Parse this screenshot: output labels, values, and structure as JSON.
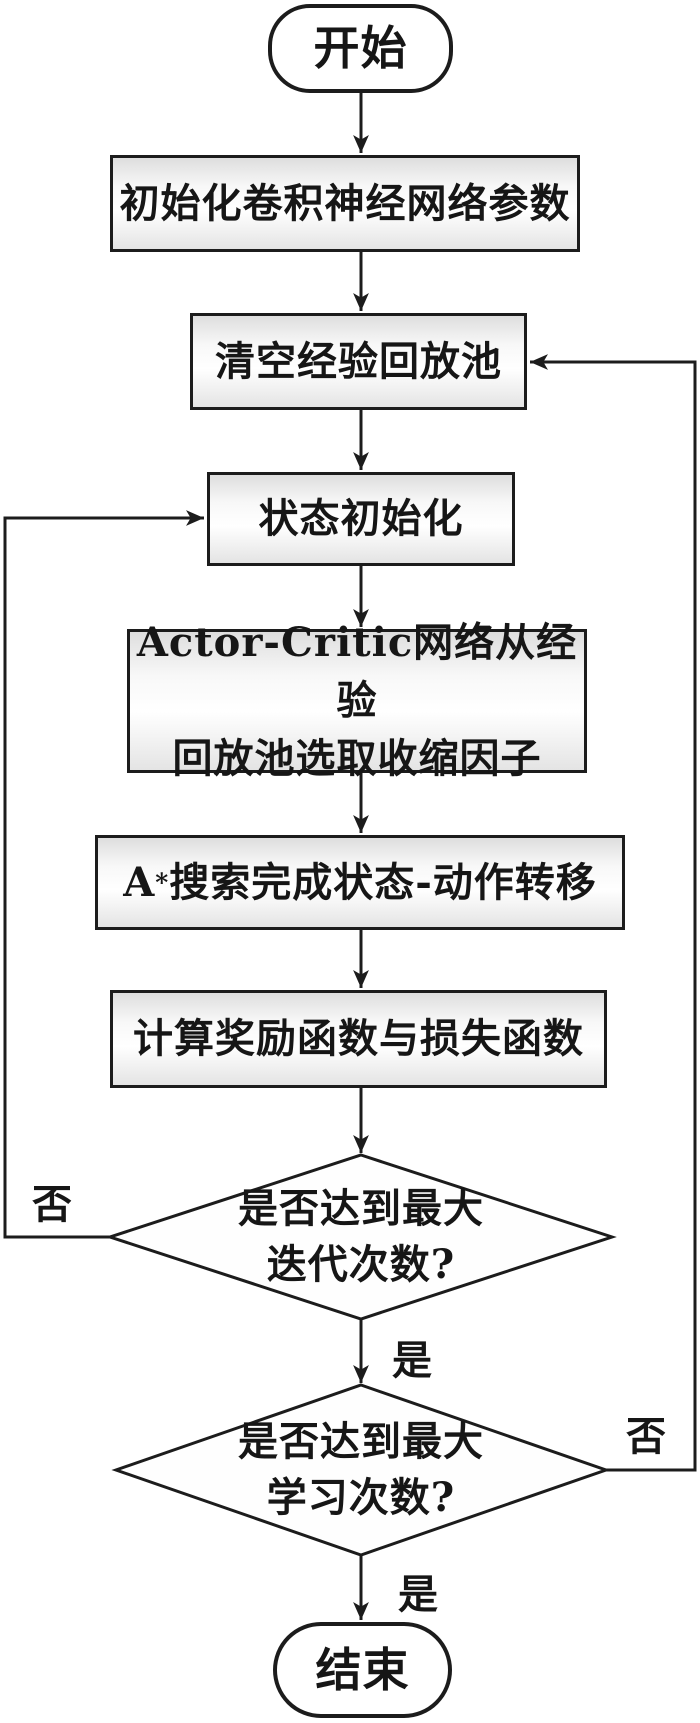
{
  "figure": {
    "background_color": "#ffffff",
    "stroke_color": "#1c1c1c",
    "text_color": "#161616",
    "process_fill_top": "#dedede",
    "process_fill_mid": "#ffffff",
    "process_fill_bottom": "#e4e4e4"
  },
  "nodes": {
    "start": {
      "type": "terminal",
      "label": "开始"
    },
    "init_params": {
      "type": "process",
      "label": "初始化卷积神经网络参数"
    },
    "clear_pool": {
      "type": "process",
      "label": "清空经验回放池"
    },
    "state_init": {
      "type": "process",
      "label": "状态初始化"
    },
    "actor_critic": {
      "type": "process",
      "line1": "Actor-Critic网络从经验",
      "line2": "回放池选取收缩因子"
    },
    "a_star": {
      "type": "process",
      "base": "A",
      "superscript": "*",
      "rest": "搜索完成状态-动作转移"
    },
    "reward_loss": {
      "type": "process",
      "label": "计算奖励函数与损失函数"
    },
    "max_iter_check": {
      "type": "decision",
      "line1": "是否达到最大",
      "line2": "迭代次数?"
    },
    "max_learn_check": {
      "type": "decision",
      "line1": "是否达到最大",
      "line2": "学习次数?"
    },
    "end": {
      "type": "terminal",
      "label": "结束"
    }
  },
  "edge_labels": {
    "max_iter_no": "否",
    "max_iter_yes": "是",
    "max_learn_no": "否",
    "max_learn_yes": "是"
  }
}
